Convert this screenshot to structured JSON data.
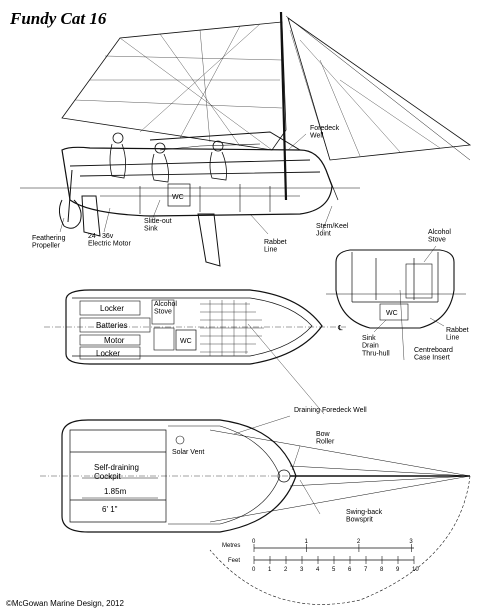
{
  "title": "Fundy Cat 16",
  "credit": "©McGowan Marine Design, 2012",
  "labels": {
    "foredeck_well": "Foredeck\nWell",
    "feathering_propeller": "Feathering\nPropeller",
    "electric_motor": "24 - 36v\nElectric Motor",
    "slideout_sink": "Slide-out\nSink",
    "rabbet_line": "Rabbet\nLine",
    "stem_keel_joint": "Stem/Keel\nJoint",
    "alcohol_stove": "Alcohol\nStove",
    "rabbet_line_section": "Rabbet\nLine",
    "sink_drain": "Sink\nDrain\nThru-hull",
    "centreboard_case": "Centreboard\nCase Insert",
    "draining_foredeck_well": "Draining Foredeck Well",
    "bow_roller": "Bow\nRoller",
    "swing_back_bowsprit": "Swing-back\nBowsprit",
    "solar_vent": "Solar Vent",
    "self_draining_cockpit": "Self-draining\nCockpit",
    "dim_metric": "1.85m",
    "dim_imperial": "6' 1\"",
    "wc_profile": "WC",
    "wc_plan": "WC",
    "wc_section": "WC",
    "stove_plan": "Alcohol\nStove",
    "locker_top": "Locker",
    "batteries": "Batteries",
    "motor": "Motor",
    "locker_bottom": "Locker",
    "centerline": "℄"
  },
  "scale": {
    "metres_label": "Metres",
    "feet_label": "Feet",
    "metres_ticks": [
      "0",
      "1",
      "2",
      "3"
    ],
    "feet_ticks": [
      "0",
      "1",
      "2",
      "3",
      "4",
      "5",
      "6",
      "7",
      "8",
      "9",
      "10"
    ]
  }
}
